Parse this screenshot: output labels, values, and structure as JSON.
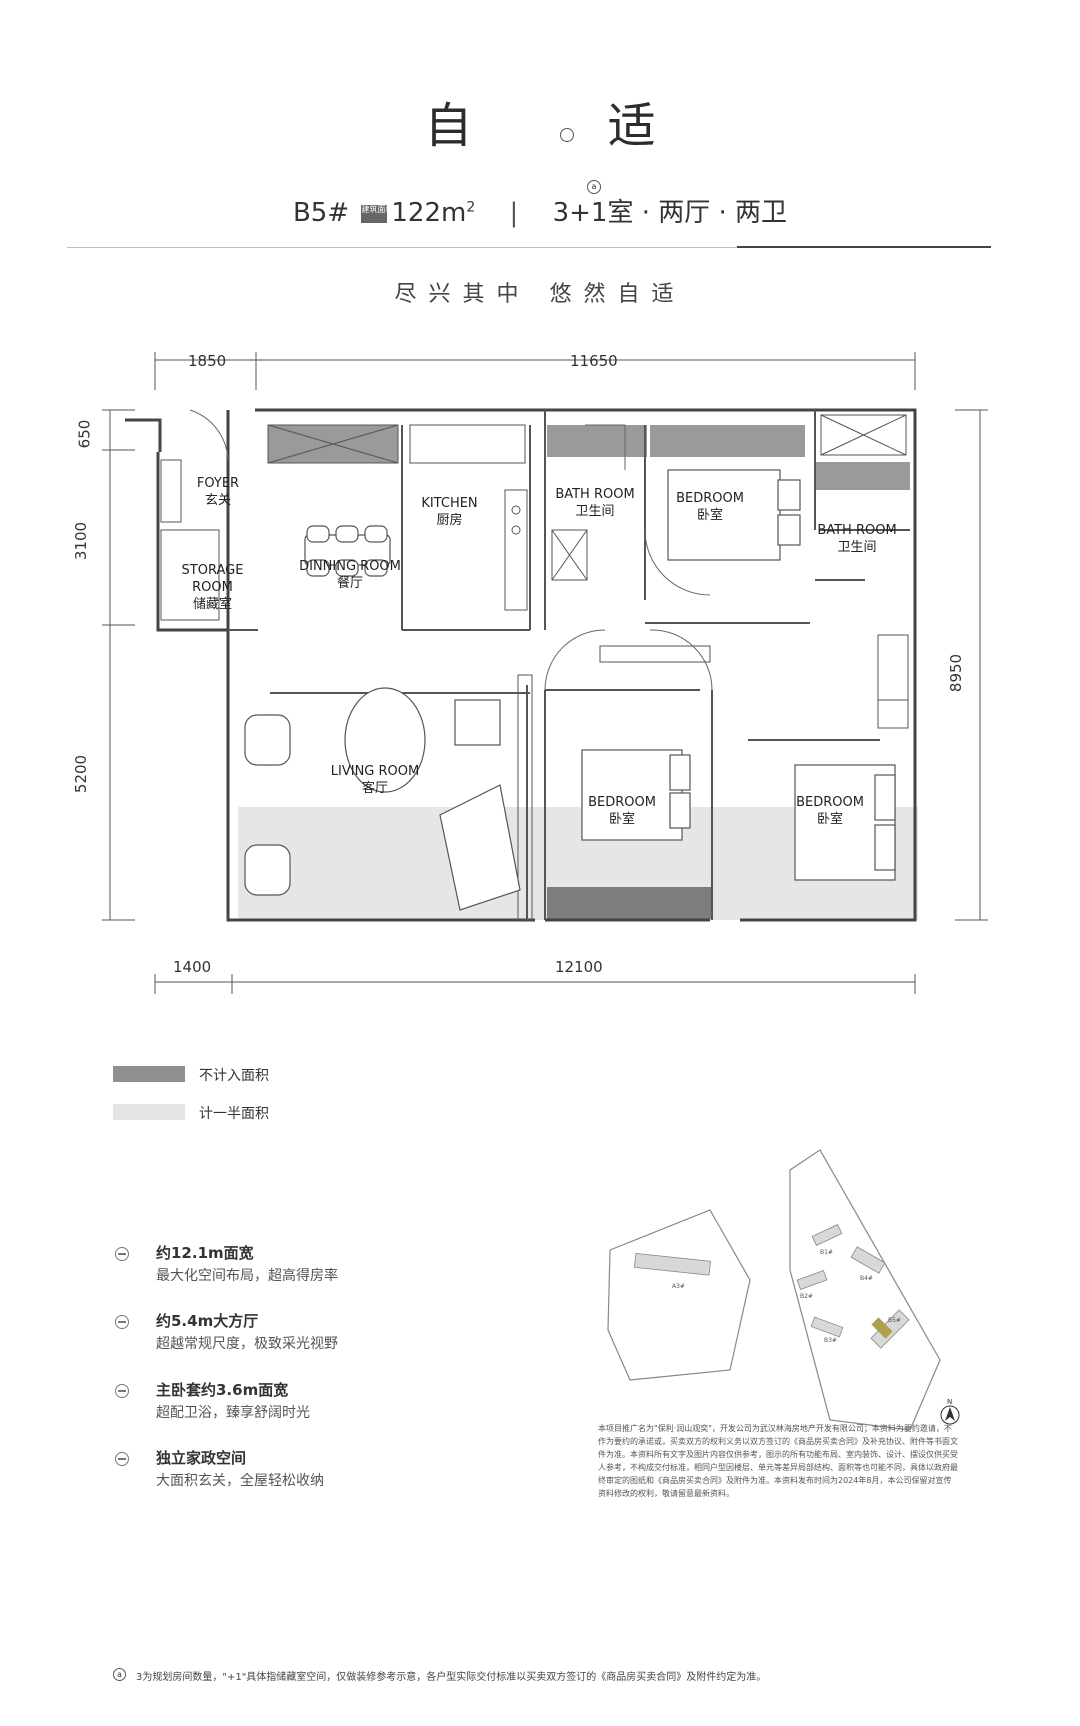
{
  "header": {
    "title": "自 适",
    "building": "B5#",
    "area_icon_label": "建筑面积",
    "area": "122m",
    "area_unit_sup": "2",
    "layout_prefix": "3+1",
    "annotation_mark": "a",
    "layout_suffix": "室 · 两厅 · 两卫",
    "separator": "|",
    "slogan": "尽兴其中  悠然自适"
  },
  "dimensions": {
    "top_left": "1850",
    "top_right": "11650",
    "bottom_left": "1400",
    "bottom_right": "12100",
    "left_1": "650",
    "left_2": "3100",
    "left_3": "5200",
    "right_total": "8950"
  },
  "rooms": {
    "foyer_en": "FOYER",
    "foyer_cn": "玄关",
    "storage_en": "STORAGE ROOM",
    "storage_cn": "储藏室",
    "dining_en": "DINNING ROOM",
    "dining_cn": "餐厅",
    "kitchen_en": "KITCHEN",
    "kitchen_cn": "厨房",
    "bath1_en": "BATH ROOM",
    "bath1_cn": "卫生间",
    "bed1_en": "BEDROOM",
    "bed1_cn": "卧室",
    "bath2_en": "BATH ROOM",
    "bath2_cn": "卫生间",
    "living_en": "LIVING ROOM",
    "living_cn": "客厅",
    "bed2_en": "BEDROOM",
    "bed2_cn": "卧室",
    "bed3_en": "BEDROOM",
    "bed3_cn": "卧室"
  },
  "legend": {
    "excluded": {
      "label": "不计入面积",
      "color": "#8f8f8f"
    },
    "half": {
      "label": "计一半面积",
      "color": "#e4e4e4"
    }
  },
  "features": [
    {
      "title": "约12.1m面宽",
      "sub": "最大化空间布局，超高得房率"
    },
    {
      "title": "约5.4m大方厅",
      "sub": "超越常规尺度，极致采光视野"
    },
    {
      "title": "主卧套约3.6m面宽",
      "sub": "超配卫浴，臻享舒阔时光"
    },
    {
      "title": "独立家政空间",
      "sub": "大面积玄关，全屋轻松收纳"
    }
  ],
  "site_map": {
    "labels": [
      "A3#",
      "B1#",
      "B4#",
      "B2#",
      "B3#",
      "B5#"
    ],
    "north": "N"
  },
  "disclaimer": "本项目推广名为\"保利·润山观奕\"，开发公司为武汉林海房地产开发有限公司；本资料为要约邀请，不作为要约的承诺或，买卖双方的权利义务以双方签订的《商品房买卖合同》及补充协议、附件等书面文件为准。本资料所有文字及图片内容仅供参考，图示的所有功能布局、室内装饰、设计、摆设仅供买受人参考，不构成交付标准，相同户型因楼层、单元等差异局部结构、面积等也可能不同，具体以政府最终审定的图纸和《商品房买卖合同》及附件为准。本资料发布时间为2024年8月，本公司保留对宣传资料修改的权利，敬请留意最新资料。",
  "footnote_mark": "a",
  "footnote": "3为规划房间数量，\"+1\"具体指储藏室空间，仅做装修参考示意，各户型实际交付标准以买卖双方签订的《商品房买卖合同》及附件约定为准。"
}
